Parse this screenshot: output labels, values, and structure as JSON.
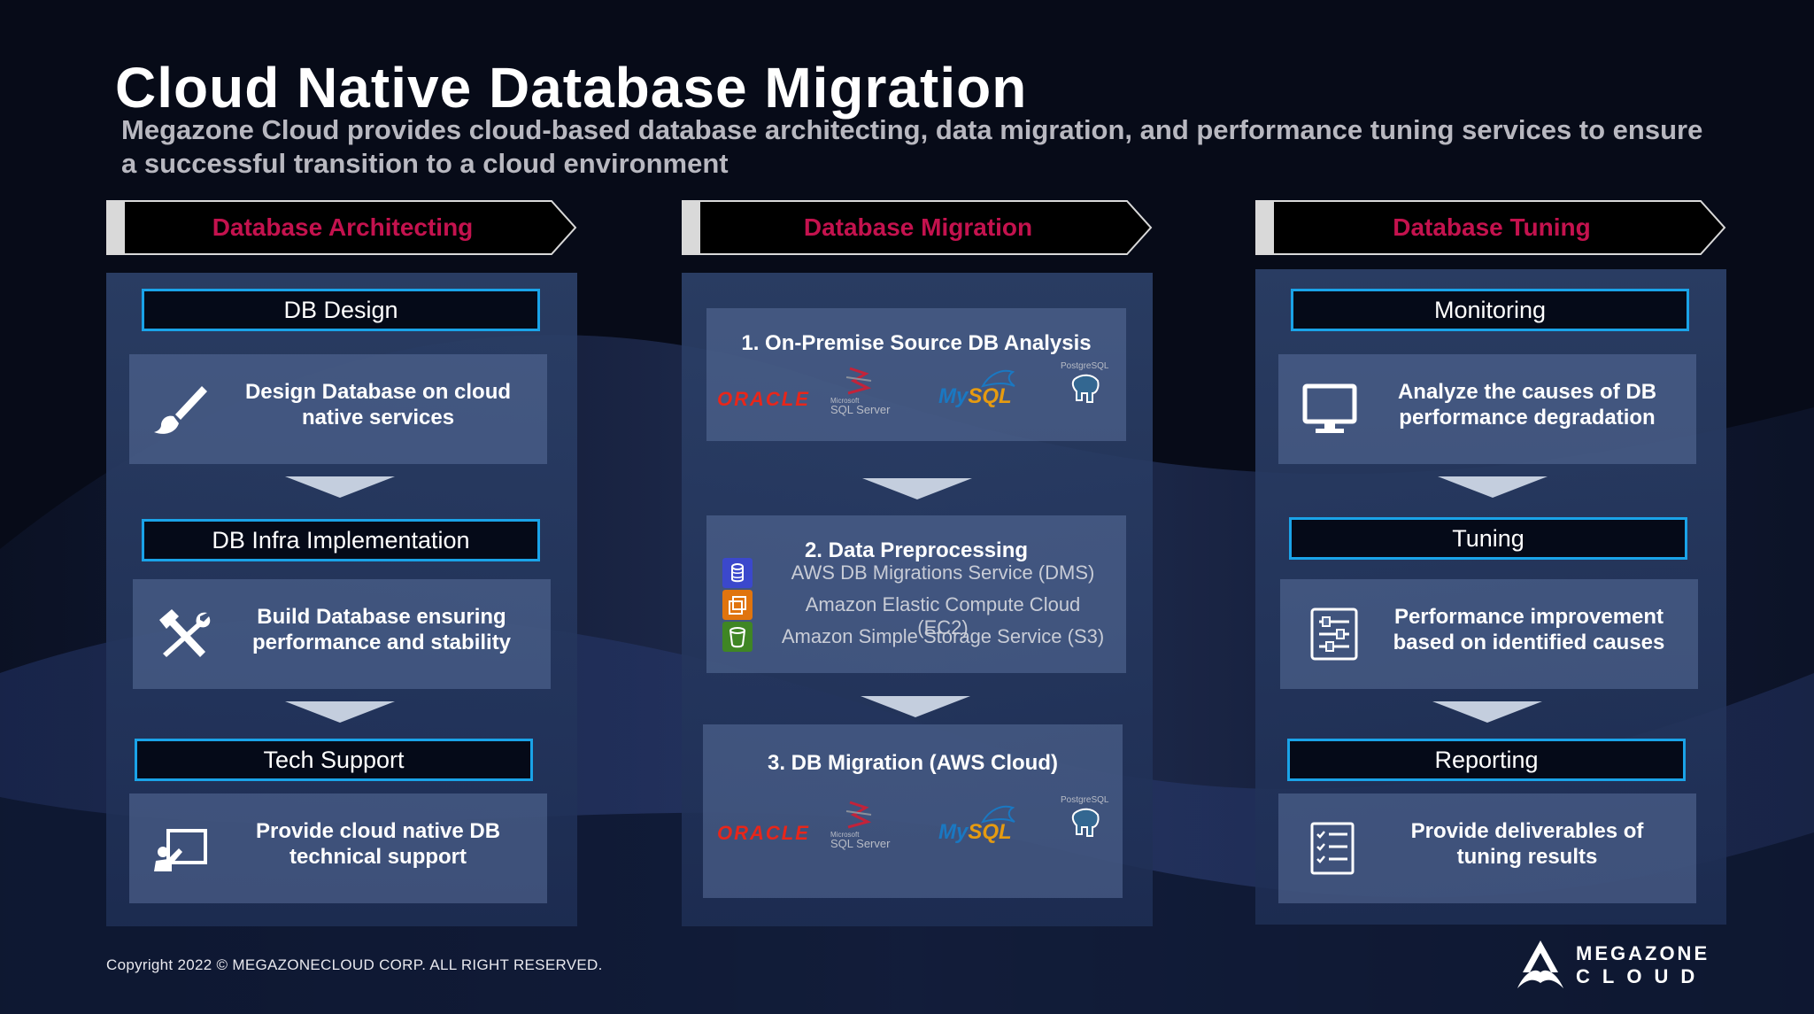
{
  "title": "Cloud Native Database Migration",
  "subtitle": "Megazone Cloud provides cloud-based database architecting, data migration, and performance tuning services to ensure a successful transition to a cloud environment",
  "colors": {
    "accent": "#c4124e",
    "stage_border": "#1aa3e8",
    "panel": "#2c4068"
  },
  "architecting": {
    "header": "Database Architecting",
    "stages": [
      {
        "label": "DB Design",
        "text": "Design Database on cloud native services",
        "icon": "paintbrush-icon"
      },
      {
        "label": "DB Infra Implementation",
        "text": "Build Database ensuring performance and stability",
        "icon": "hammer-wrench-icon"
      },
      {
        "label": "Tech Support",
        "text": "Provide cloud native DB technical support",
        "icon": "presentation-icon"
      }
    ]
  },
  "migration": {
    "header": "Database Migration",
    "step1": {
      "title": "1. On-Premise Source DB Analysis",
      "logos": {
        "oracle": "ORACLE",
        "sqlserver_small": "Microsoft",
        "sqlserver": "SQL Server",
        "mysql_a": "My",
        "mysql_b": "SQL",
        "postgres": "PostgreSQL"
      }
    },
    "step2": {
      "title": "2. Data Preprocessing",
      "services": [
        {
          "name": "AWS DB Migrations Service (DMS)",
          "icon": "aws-dms-icon",
          "color": "#3b48cc"
        },
        {
          "name": "Amazon Elastic Compute Cloud (EC2)",
          "icon": "aws-ec2-icon",
          "color": "#e0740e"
        },
        {
          "name": "Amazon Simple Storage Service (S3)",
          "icon": "aws-s3-icon",
          "color": "#3f8624"
        }
      ]
    },
    "step3": {
      "title": "3. DB Migration (AWS Cloud)",
      "logos": {
        "oracle": "ORACLE",
        "sqlserver_small": "Microsoft",
        "sqlserver": "SQL Server",
        "mysql_a": "My",
        "mysql_b": "SQL",
        "postgres": "PostgreSQL"
      }
    }
  },
  "tuning": {
    "header": "Database Tuning",
    "stages": [
      {
        "label": "Monitoring",
        "text": "Analyze the causes of DB performance degradation",
        "icon": "monitor-icon"
      },
      {
        "label": "Tuning",
        "text": "Performance improvement based on identified causes",
        "icon": "sliders-icon"
      },
      {
        "label": "Reporting",
        "text": "Provide deliverables of tuning results",
        "icon": "checklist-icon"
      }
    ]
  },
  "footer": {
    "copyright": "Copyright 2022 © MEGAZONECLOUD  CORP. ALL RIGHT RESERVED."
  },
  "brand": {
    "line1": "MEGAZONE",
    "line2": "CLOUD"
  }
}
